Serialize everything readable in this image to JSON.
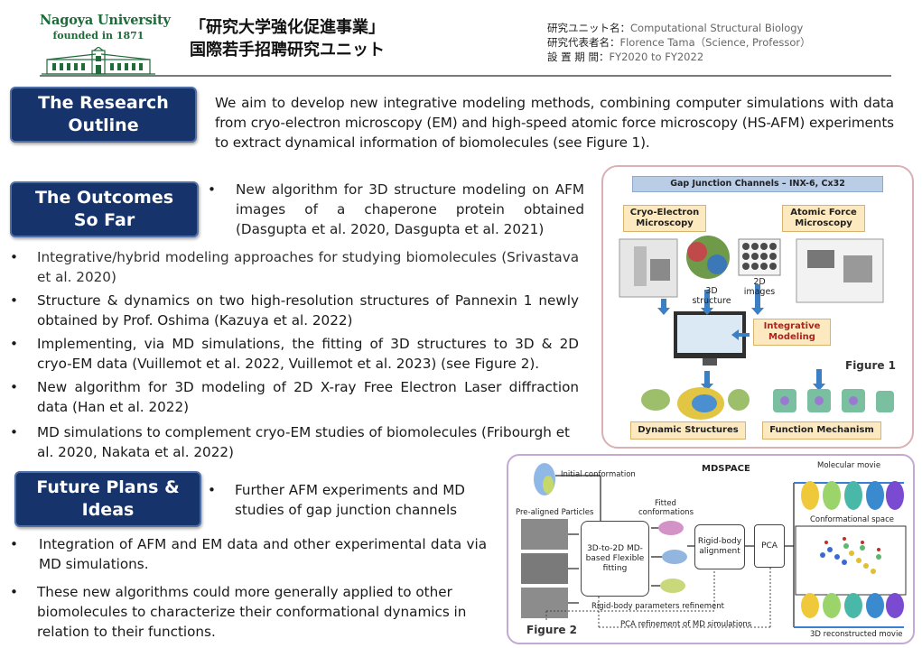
{
  "header": {
    "logo_name": "Nagoya University",
    "logo_founded": "founded in 1871",
    "program_line1": "「研究大学強化促進事業」",
    "program_line2": "国際若手招聘研究ユニット",
    "meta": [
      {
        "label": "研究ユニット名：",
        "value": "Computational Structural Biology"
      },
      {
        "label": "研究代表者名：",
        "value": "Florence Tama（Science, Professor）"
      },
      {
        "label": "設 置 期 間：",
        "value": "FY2020 to FY2022"
      }
    ]
  },
  "sections": {
    "research_outline": {
      "title_line1": "The Research",
      "title_line2": "Outline",
      "text": "We aim to develop new integrative modeling methods, combining computer simulations with data from cryo-electron microscopy (EM) and high-speed atomic force microscopy (HS-AFM) experiments to extract dynamical information of biomolecules (see Figure 1)."
    },
    "outcomes": {
      "title_line1": "The Outcomes",
      "title_line2": "So Far",
      "first_bullet": "New algorithm for 3D structure modeling on AFM images of a chaperone protein obtained (Dasgupta et al. 2020, Dasgupta et al. 2021)",
      "bullets": [
        "Integrative/hybrid modeling approaches for studying biomolecules (Srivastava et al. 2020)",
        "Structure & dynamics on two high-resolution structures of Pannexin 1 newly obtained by Prof. Oshima (Kazuya et al. 2022)",
        "Implementing, via MD simulations, the fitting of 3D structures to 3D & 2D cryo-EM data (Vuillemot et al. 2022, Vuillemot et al. 2023) (see Figure 2).",
        "New algorithm for 3D modeling of 2D X-ray Free Electron Laser diffraction data (Han et al. 2022)",
        "MD simulations to complement cryo-EM studies of biomolecules (Fribourgh et al. 2020, Nakata et al. 2022)"
      ]
    },
    "future": {
      "title_line1": "Future Plans &",
      "title_line2": "Ideas",
      "first_bullet": "Further AFM experiments and MD studies of gap junction channels",
      "bullets": [
        "Integration of AFM and EM data and other experimental data via MD simulations.",
        "These new algorithms could more generally applied to other biomolecules to characterize their conformational dynamics in relation to their functions."
      ]
    }
  },
  "figure1": {
    "header": "Gap Junction Channels – INX-6, Cx32",
    "cryo_em": "Cryo-Electron Microscopy",
    "afm": "Atomic Force Microscopy",
    "label_3d": "3D structure",
    "label_2d": "2D images",
    "integrative": "Integrative Modeling",
    "dynamic": "Dynamic Structures",
    "function": "Function Mechanism",
    "caption": "Figure 1"
  },
  "figure2": {
    "title": "MDSPACE",
    "initial": "Initial conformation",
    "prealigned": "Pre-aligned Particles",
    "fitted": "Fitted conformations",
    "flex_fitting": "3D-to-2D MD-based Flexible fitting",
    "rigid_align": "Rigid-body alignment",
    "pca": "PCA",
    "molecular_movie": "Molecular movie",
    "conf_space": "Conformational space",
    "rigid_refine": "Rigid-body parameters refinement",
    "pca_refine": "PCA refinement of MD simulations",
    "reconstructed": "3D reconstructed movie",
    "caption": "Figure 2"
  },
  "colors": {
    "section_bg": "#16336b",
    "logo_green": "#1f6b3a",
    "fig1_border": "#d9b0b4",
    "fig2_border": "#c4a9d2",
    "box_fill": "#fde9bf"
  }
}
